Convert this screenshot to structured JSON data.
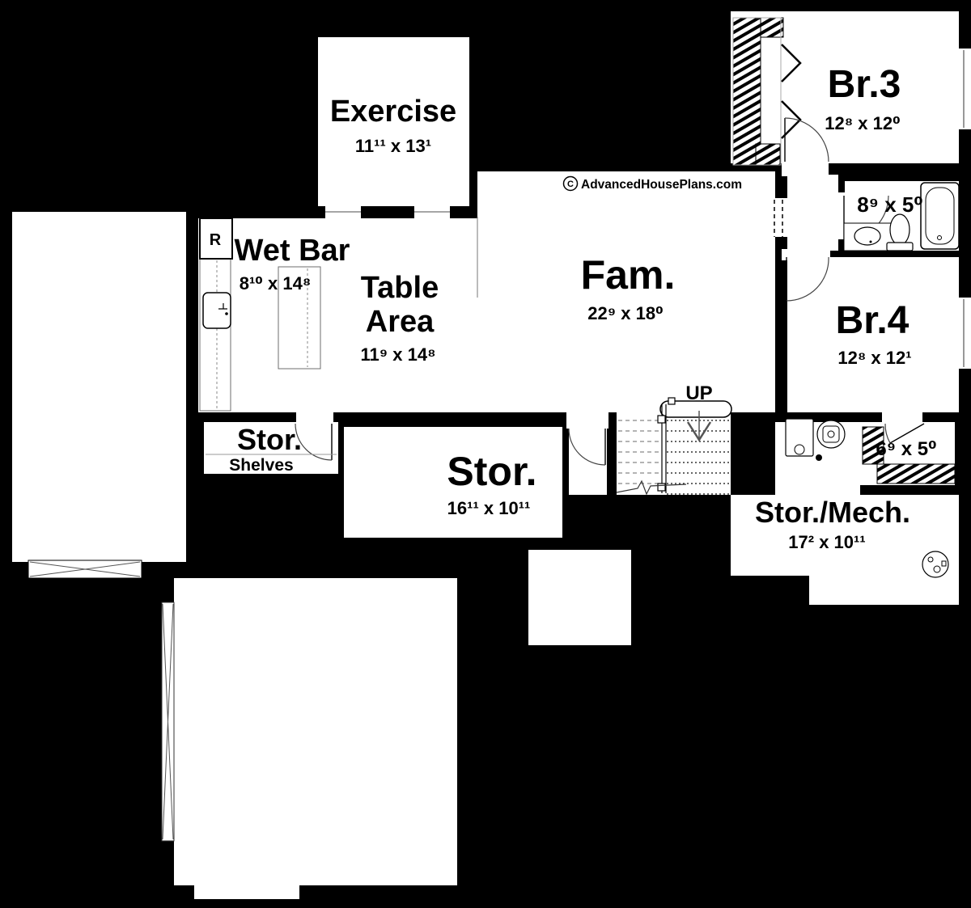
{
  "watermark": {
    "symbol": "C",
    "text": "AdvancedHousePlans.com"
  },
  "rooms": {
    "exercise": {
      "name": "Exercise",
      "dims": "11¹¹ x 13¹"
    },
    "wet_bar": {
      "name": "Wet Bar",
      "dims": "8¹⁰ x 14⁸",
      "refrigerator_label": "R"
    },
    "table_area": {
      "name_line_1": "Table",
      "name_line_2": "Area",
      "dims": "11⁹ x 14⁸"
    },
    "family": {
      "name": "Fam.",
      "dims": "22⁹ x 18⁰"
    },
    "bedroom_3": {
      "name": "Br.3",
      "dims": "12⁸ x 12⁰"
    },
    "bathroom": {
      "dims": "8⁹ x 5⁰"
    },
    "bedroom_4": {
      "name": "Br.4",
      "dims": "12⁸ x 12¹"
    },
    "closet": {
      "dims": "6⁹ x 5⁰"
    },
    "storage_small": {
      "name": "Stor.",
      "note": "Shelves"
    },
    "storage_large": {
      "name": "Stor.",
      "dims": "16¹¹ x 10¹¹"
    },
    "storage_mech": {
      "name": "Stor./Mech.",
      "dims": "17² x 10¹¹"
    }
  },
  "stairs": {
    "direction_label": "UP"
  },
  "colors": {
    "background": "#000000",
    "floor": "#ffffff",
    "wall": "#000000",
    "thin_line": "#333333"
  }
}
